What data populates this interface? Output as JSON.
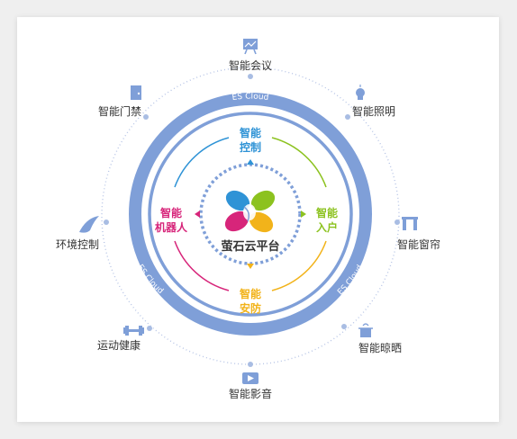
{
  "ring_label": "ES Cloud",
  "center_title": "萤石云平台",
  "segments": {
    "top": {
      "line1": "智能",
      "line2": "控制",
      "color": "#2f93d6"
    },
    "right": {
      "line1": "智能",
      "line2": "入户",
      "color": "#8cc21f"
    },
    "bottom": {
      "line1": "智能",
      "line2": "安防",
      "color": "#f2b31a"
    },
    "left": {
      "line1": "智能",
      "line2": "机器人",
      "color": "#d7257a"
    }
  },
  "outer_items": {
    "meeting": "智能会议",
    "lighting": "智能照明",
    "curtain": "智能窗帘",
    "drying": "智能晾晒",
    "av": "智能影音",
    "fitness": "运动健康",
    "environment": "环境控制",
    "access": "智能门禁"
  },
  "icons": {
    "meeting": "presentation-board-icon",
    "lighting": "light-bulb-icon",
    "curtain": "curtain-icon",
    "drying": "clothes-drying-icon",
    "av": "play-video-icon",
    "fitness": "dumbbell-icon",
    "environment": "air-wave-icon",
    "access": "door-icon"
  },
  "colors": {
    "ring": "#7f9fd8",
    "icon": "#7f9fd8",
    "dot": "#a9bde3",
    "text": "#333333"
  }
}
